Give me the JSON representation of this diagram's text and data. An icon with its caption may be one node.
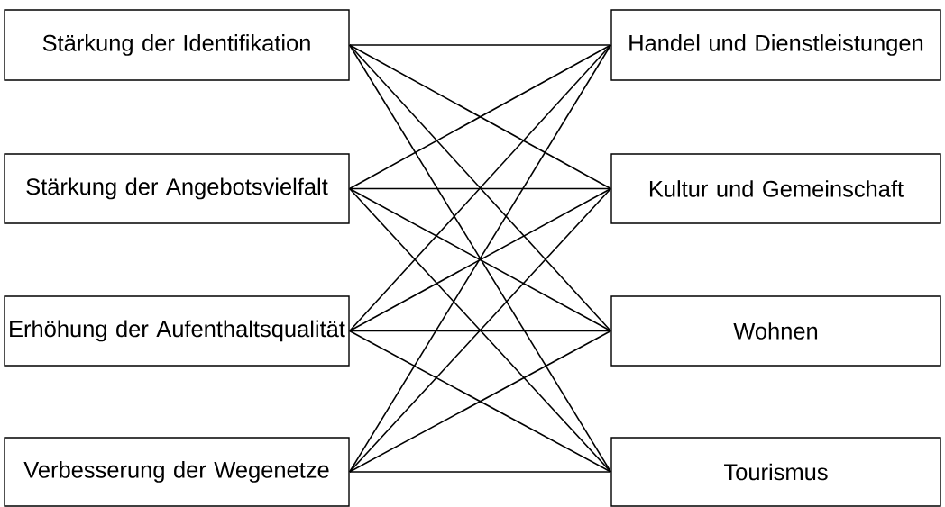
{
  "diagram": {
    "nodes": [
      {
        "text": [
          "Stärkung der Identifikation"
        ]
      },
      {
        "text": [
          "Stärkung der Angebotsvielfalt"
        ]
      },
      {
        "text": [
          "Erhöhung der Aufenthaltsqualität"
        ]
      },
      {
        "text": [
          "Verbesserung der Wegenetze"
        ]
      },
      {
        "text": [
          "Handel und Dienstleistungen"
        ]
      },
      {
        "text": [
          "Kultur und Gemeinschaft"
        ]
      },
      {
        "text": [
          "Wohnen"
        ]
      },
      {
        "text": [
          "Tourismus"
        ]
      }
    ],
    "edges": [
      {
        "from": 0,
        "to": 4,
        "arrow": "none"
      },
      {
        "from": 0,
        "to": 5,
        "arrow": "none"
      },
      {
        "from": 0,
        "to": 6,
        "arrow": "none"
      },
      {
        "from": 0,
        "to": 7,
        "arrow": "none"
      },
      {
        "from": 1,
        "to": 4,
        "arrow": "none"
      },
      {
        "from": 1,
        "to": 5,
        "arrow": "none"
      },
      {
        "from": 1,
        "to": 6,
        "arrow": "none"
      },
      {
        "from": 1,
        "to": 7,
        "arrow": "none"
      },
      {
        "from": 2,
        "to": 4,
        "arrow": "none"
      },
      {
        "from": 2,
        "to": 5,
        "arrow": "none"
      },
      {
        "from": 2,
        "to": 6,
        "arrow": "none"
      },
      {
        "from": 2,
        "to": 7,
        "arrow": "none"
      },
      {
        "from": 3,
        "to": 4,
        "arrow": "none"
      },
      {
        "from": 3,
        "to": 5,
        "arrow": "none"
      },
      {
        "from": 3,
        "to": 6,
        "arrow": "none"
      },
      {
        "from": 3,
        "to": 7,
        "arrow": "none"
      }
    ]
  }
}
